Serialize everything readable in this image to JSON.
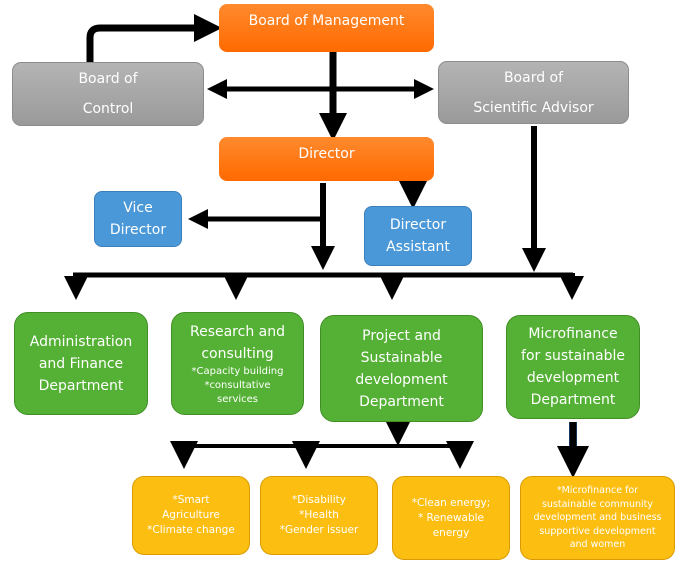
{
  "nodes": {
    "board_of_management": {
      "label": "Board of Management"
    },
    "board_of_control": {
      "lines": [
        "Board of",
        "Control"
      ]
    },
    "board_of_scientific_advisor": {
      "lines": [
        "Board of",
        "Scientific Advisor"
      ]
    },
    "director": {
      "label": "Director"
    },
    "vice_director": {
      "lines": [
        "Vice",
        "Director"
      ]
    },
    "director_assistant": {
      "lines": [
        "Director",
        "Assistant"
      ]
    },
    "administration_finance": {
      "lines": [
        "Administration",
        "and Finance",
        "Department"
      ]
    },
    "research_consulting": {
      "lines": [
        "Research and",
        "consulting"
      ],
      "details": [
        "*Capacity building",
        "*consultative",
        "services"
      ]
    },
    "project_sustainable": {
      "lines": [
        "Project and",
        "Sustainable",
        "development",
        "Department"
      ]
    },
    "microfinance_department": {
      "lines": [
        "Microfinance",
        "for sustainable",
        "development",
        "Department"
      ]
    },
    "smart_agriculture": {
      "lines": [
        "*Smart",
        "Agriculture",
        "*Climate change"
      ]
    },
    "disability_health": {
      "lines": [
        "*Disability",
        "*Health",
        "*Gender issuer"
      ]
    },
    "clean_energy": {
      "lines": [
        "*Clean energy;",
        "* Renewable",
        "energy"
      ]
    },
    "microfinance_community": {
      "lines": [
        "*Microfinance for",
        "sustainable community",
        "development and business",
        "supportive development",
        "and women"
      ]
    }
  },
  "colors": {
    "management": "#ff7512",
    "boards": "#a6a6a6",
    "assistants": "#4a98d8",
    "departments": "#55b135",
    "programs": "#fdbe12",
    "connectors": "#000000"
  }
}
